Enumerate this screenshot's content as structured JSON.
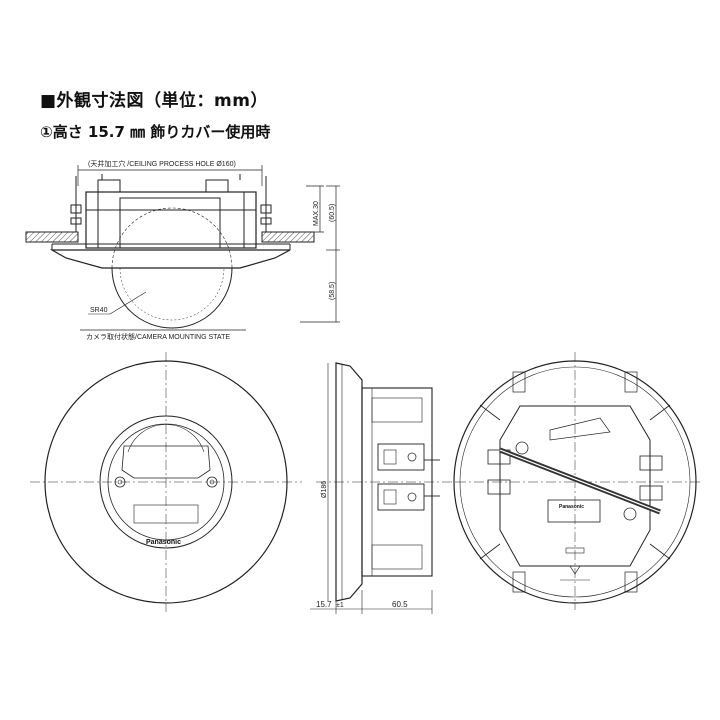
{
  "heading": "■外観寸法図（単位：mm）",
  "subheading": "①高さ 15.7 ㎜ 飾りカバー使用時",
  "labels": {
    "ceiling_hole": "(天井加工穴 /CEILING PROCESS HOLE Ø160)",
    "max30": "MAX.30",
    "dim_60_5_v": "(60.5)",
    "dim_58_5": "(58.5)",
    "sr40": "SR40",
    "mount_state": "カメラ取付状態/CAMERA MOUNTING STATE",
    "dia186": "Ø186",
    "dim_15_7": "15.7",
    "tol": "±1",
    "dim_60_5_h": "60.5",
    "logo": "Panasonic"
  }
}
